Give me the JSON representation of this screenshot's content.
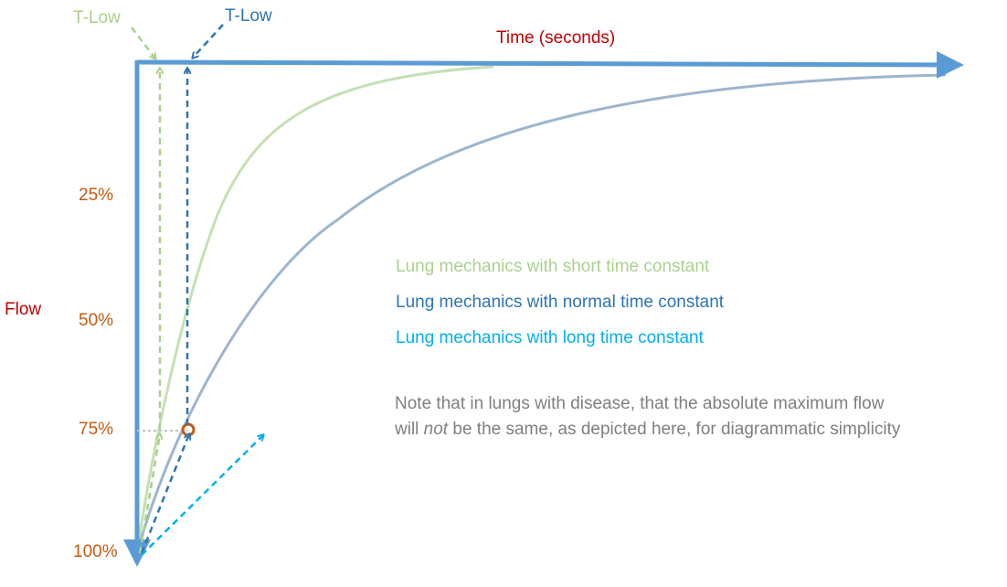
{
  "axis": {
    "x_label": "Time (seconds)",
    "y_label": "Flow",
    "y_ticks": [
      "25%",
      "50%",
      "75%",
      "100%"
    ]
  },
  "annotations": {
    "t_low_short": "T-Low",
    "t_low_normal": "T-Low"
  },
  "legend": [
    {
      "label": "Lung mechanics with short time constant",
      "color": "#a9d18e"
    },
    {
      "label": "Lung mechanics with normal time constant",
      "color": "#2e75b6"
    },
    {
      "label": "Lung mechanics with long time constant",
      "color": "#00b0f0"
    }
  ],
  "note": {
    "before": "Note that in lungs with disease, that the absolute maximum flow",
    "line2_prefix": "will ",
    "emphasis": "not",
    "line2_suffix": " be the same, as depicted here, for diagrammatic simplicity"
  },
  "colors": {
    "axis": "#5b9bd5",
    "tick_labels": "#c55a11",
    "axis_labels": "#c00000",
    "note": "#7f7f7f",
    "short_curve": "#c5e0b4",
    "normal_curve": "#9db5cd"
  }
}
